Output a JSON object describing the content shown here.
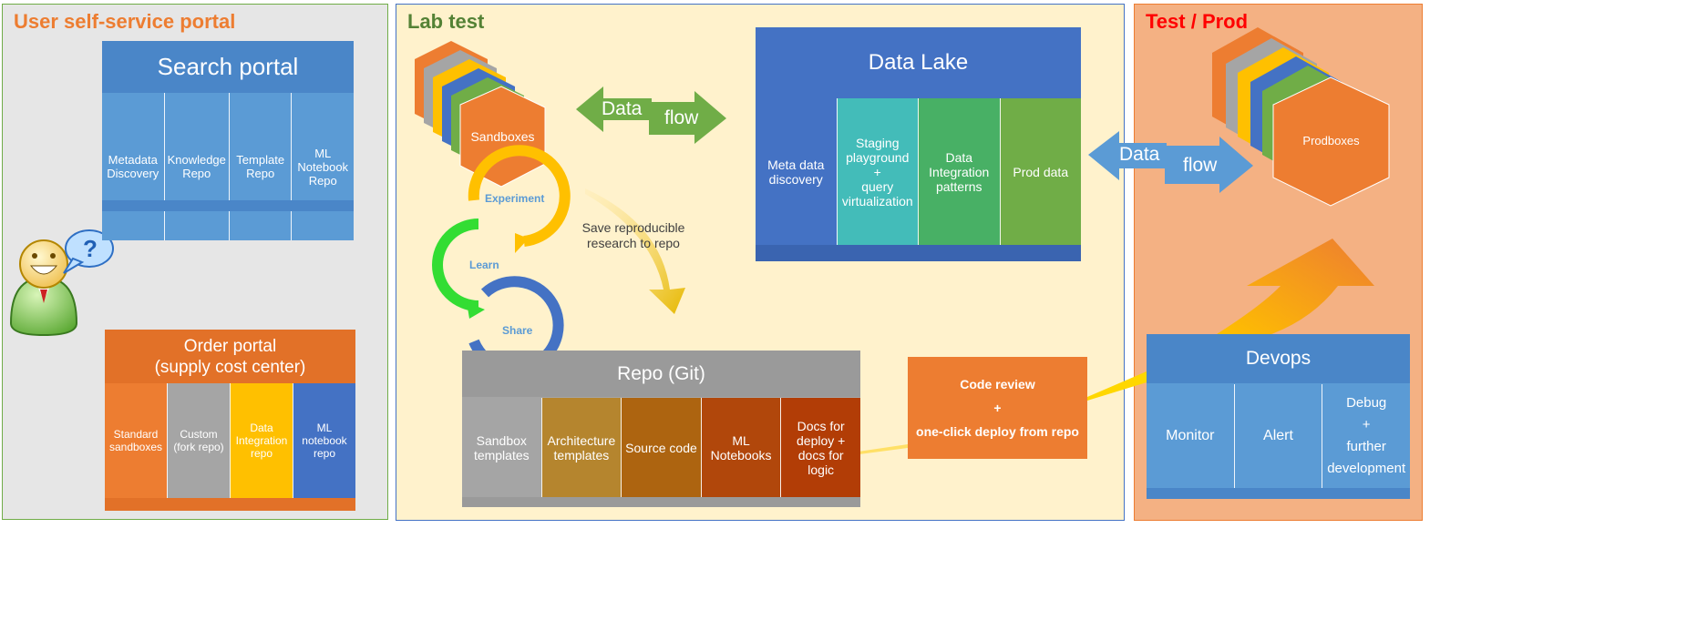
{
  "colors": {
    "left_panel_bg": "#e6e6e6",
    "left_title": "#ed7d31",
    "mid_panel_bg": "#fff2cc",
    "mid_title": "#548235",
    "right_panel_bg": "#f4b183",
    "right_title": "#ff0000",
    "blue_header": "#4a86c8",
    "blue_cell": "#5b9bd5",
    "orange": "#ed7d31",
    "gray": "#a5a5a5",
    "yellow": "#ffc000",
    "dark_blue": "#4472c4",
    "green": "#70ad47"
  },
  "panels": {
    "left": {
      "title": "User self-service portal"
    },
    "middle": {
      "title": "Lab test"
    },
    "right": {
      "title": "Test / Prod"
    }
  },
  "search_portal": {
    "title": "Search portal",
    "items": [
      "Metadata\nDiscovery",
      "Knowledge\nRepo",
      "Template\nRepo",
      "ML\nNotebook\nRepo"
    ]
  },
  "order_portal": {
    "title": "Order portal\n(supply cost center)",
    "items": [
      "Standard\nsandboxes",
      "Custom\n(fork repo)",
      "Data\nIntegration\nrepo",
      "ML\nnotebook\nrepo"
    ]
  },
  "sandboxes": {
    "label": "Sandboxes"
  },
  "cycle": {
    "experiment": "Experiment",
    "learn": "Learn",
    "share": "Share"
  },
  "save_note": "Save reproducible\nresearch to repo",
  "dataflow_lab": {
    "word1": "Data",
    "word2": "flow"
  },
  "data_lake": {
    "title": "Data Lake",
    "items": [
      "Meta data\ndiscovery",
      "Staging\nplayground\n+\nquery\nvirtualization",
      "Data\nIntegration\npatterns",
      "Prod data"
    ]
  },
  "dataflow_prod": {
    "word1": "Data",
    "word2": "flow"
  },
  "prodboxes": {
    "label": "Prodboxes"
  },
  "repo": {
    "title": "Repo (Git)",
    "items": [
      "Sandbox\ntemplates",
      "Architecture\ntemplates",
      "Source code",
      "ML\nNotebooks",
      "Docs for\ndeploy +\ndocs for\nlogic"
    ]
  },
  "code_review": {
    "line1": "Code review",
    "line2": "+",
    "line3": "one-click deploy from repo"
  },
  "devops": {
    "title": "Devops",
    "items": [
      "Monitor",
      "Alert",
      "Debug\n+\nfurther\ndevelopment"
    ]
  },
  "user_icon": {
    "question_mark": "?"
  }
}
